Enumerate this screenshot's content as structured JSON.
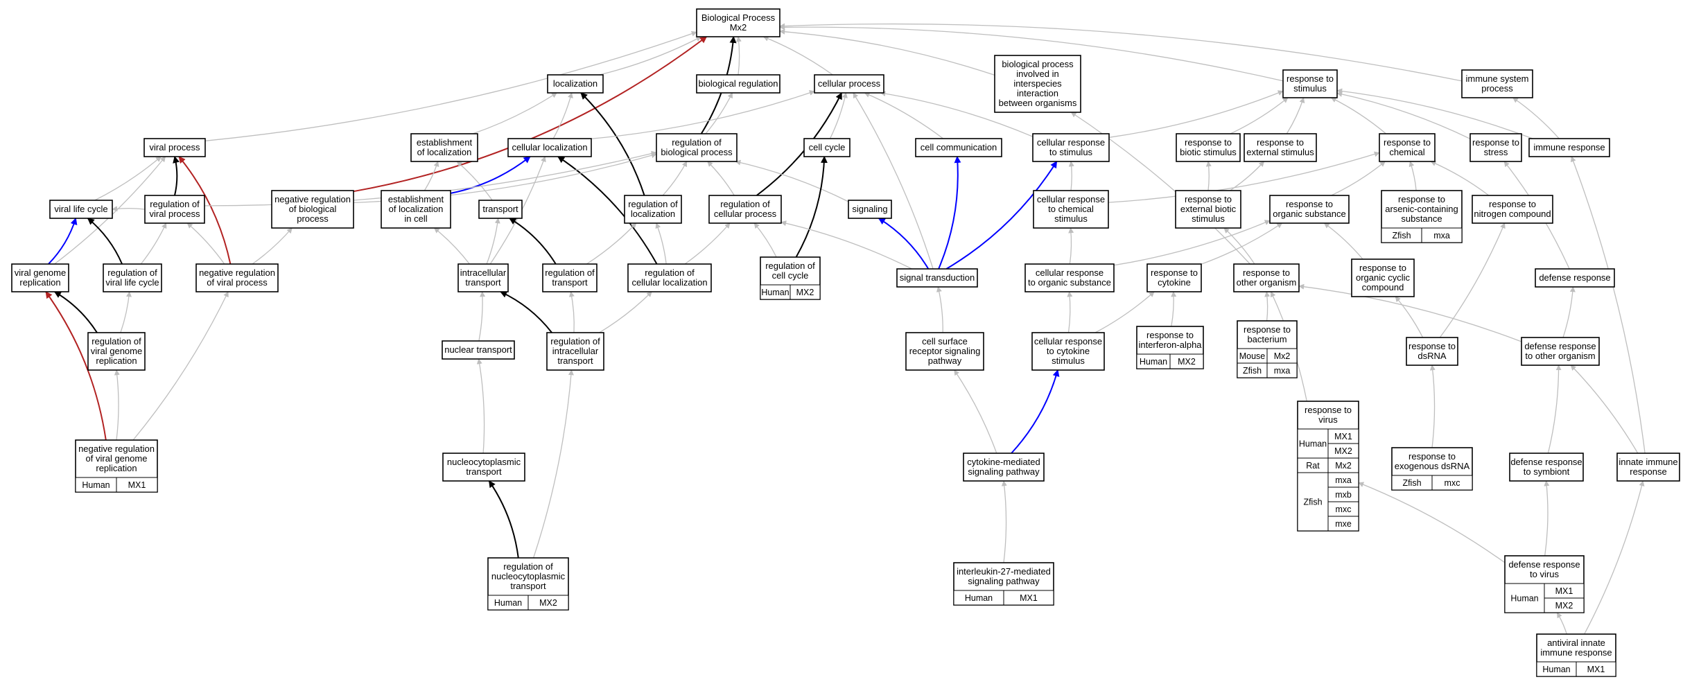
{
  "root": {
    "label": "Biological Process\nMx2"
  },
  "terms": {
    "localization": "localization",
    "bio_regulation": "biological regulation",
    "cellular_process": "cellular process",
    "interspecies": "biological process\ninvolved in\ninterspecies\ninteraction\nbetween organisms",
    "resp_stimulus": "response to\nstimulus",
    "immune_system_process": "immune system\nprocess",
    "viral_process": "viral process",
    "establishment_localization": "establishment\nof localization",
    "cellular_localization": "cellular localization",
    "reg_bio_process": "regulation of\nbiological process",
    "cell_cycle": "cell cycle",
    "cell_communication": "cell communication",
    "cellular_resp_stimulus": "cellular response\nto stimulus",
    "resp_biotic": "response to\nbiotic stimulus",
    "resp_external": "response to\nexternal stimulus",
    "resp_chemical": "response to\nchemical",
    "resp_stress": "response to\nstress",
    "immune_response": "immune response",
    "viral_life_cycle": "viral life cycle",
    "reg_viral_process": "regulation of\nviral process",
    "neg_reg_bio_process": "negative regulation\nof biological\nprocess",
    "estab_loc_cell": "establishment\nof localization\nin cell",
    "transport": "transport",
    "reg_localization": "regulation of\nlocalization",
    "reg_cellular_process": "regulation of\ncellular process",
    "signaling": "signaling",
    "cellular_resp_chemical": "cellular response\nto chemical\nstimulus",
    "resp_external_biotic": "response to\nexternal biotic\nstimulus",
    "resp_organic": "response to\norganic substance",
    "resp_arsenic": "response to\narsenic-containing\nsubstance",
    "resp_nitrogen": "response to\nnitrogen compound",
    "viral_genome_replication": "viral genome\nreplication",
    "reg_viral_life_cycle": "regulation of\nviral life cycle",
    "neg_reg_viral_process": "negative regulation\nof viral process",
    "intracellular_transport": "intracellular\ntransport",
    "reg_transport": "regulation of\ntransport",
    "reg_cellular_localization": "regulation of\ncellular localization",
    "reg_cell_cycle": "regulation of\ncell cycle",
    "signal_transduction": "signal transduction",
    "cellular_resp_organic": "cellular response\nto organic substance",
    "resp_cytokine": "response to\ncytokine",
    "resp_other_organism": "response to\nother organism",
    "resp_organic_cyclic": "response to\norganic cyclic\ncompound",
    "defense_response": "defense response",
    "reg_viral_genome_replication": "regulation of\nviral genome\nreplication",
    "nuclear_transport": "nuclear transport",
    "reg_intracellular_transport": "regulation of\nintracellular\ntransport",
    "cell_surface_receptor": "cell surface\nreceptor signaling\npathway",
    "cellular_resp_cytokine": "cellular response\nto cytokine\nstimulus",
    "resp_ifn_alpha": "response to\ninterferon-alpha",
    "resp_bacterium": "response to\nbacterium",
    "resp_dsrna": "response to\ndsRNA",
    "defense_other_organism": "defense response\nto other organism",
    "resp_virus": "response to\nvirus",
    "neg_reg_viral_genome_replication": "negative regulation\nof viral genome\nreplication",
    "nucleocytoplasmic_transport": "nucleocytoplasmic\ntransport",
    "cytokine_mediated": "cytokine-mediated\nsignaling pathway",
    "resp_exogenous_dsrna": "response to\nexogenous dsRNA",
    "defense_symbiont": "defense response\nto symbiont",
    "innate_immune": "innate immune\nresponse",
    "reg_nucleocytoplasmic": "regulation of\nnucleocytoplasmic\ntransport",
    "il27_pathway": "interleukin-27-mediated\nsignaling pathway",
    "defense_virus": "defense response\nto virus",
    "antiviral_innate": "antiviral innate\nimmune response"
  },
  "annotations": {
    "reg_cell_cycle": [
      {
        "species": "Human",
        "genes": [
          "MX2"
        ]
      }
    ],
    "resp_arsenic": [
      {
        "species": "Zfish",
        "genes": [
          "mxa"
        ]
      }
    ],
    "resp_ifn_alpha": [
      {
        "species": "Human",
        "genes": [
          "MX2"
        ]
      }
    ],
    "resp_bacterium": [
      {
        "species": "Mouse",
        "genes": [
          "Mx2"
        ]
      },
      {
        "species": "Zfish",
        "genes": [
          "mxa"
        ]
      }
    ],
    "resp_virus": [
      {
        "species": "Human",
        "genes": [
          "MX1",
          "MX2"
        ]
      },
      {
        "species": "Rat",
        "genes": [
          "Mx2"
        ]
      },
      {
        "species": "Zfish",
        "genes": [
          "mxa",
          "mxb",
          "mxc",
          "mxe"
        ]
      }
    ],
    "neg_reg_viral_genome_replication": [
      {
        "species": "Human",
        "genes": [
          "MX1"
        ]
      }
    ],
    "resp_exogenous_dsrna": [
      {
        "species": "Zfish",
        "genes": [
          "mxc"
        ]
      }
    ],
    "reg_nucleocytoplasmic": [
      {
        "species": "Human",
        "genes": [
          "MX2"
        ]
      }
    ],
    "il27_pathway": [
      {
        "species": "Human",
        "genes": [
          "MX1"
        ]
      }
    ],
    "defense_virus": [
      {
        "species": "Human",
        "genes": [
          "MX1",
          "MX2"
        ]
      }
    ],
    "antiviral_innate": [
      {
        "species": "Human",
        "genes": [
          "MX1"
        ]
      }
    ]
  },
  "species_colors": {
    "Human": "#ff6347",
    "Mouse": "#9fd0d6",
    "Rat": "#ffd700",
    "Zfish": "#6495ed"
  },
  "edge_colors": {
    "is_a": "#bebebe",
    "regulates": "#000000",
    "positively_regulates": "#0000ff",
    "negatively_regulates": "#b22222"
  },
  "edges": [
    [
      "localization",
      "root",
      "is_a"
    ],
    [
      "bio_regulation",
      "root",
      "is_a"
    ],
    [
      "cellular_process",
      "root",
      "is_a"
    ],
    [
      "interspecies",
      "root",
      "is_a"
    ],
    [
      "resp_stimulus",
      "root",
      "is_a"
    ],
    [
      "immune_system_process",
      "root",
      "is_a"
    ],
    [
      "viral_process",
      "root",
      "is_a"
    ],
    [
      "neg_reg_bio_process",
      "root",
      "negatively_regulates"
    ],
    [
      "reg_bio_process",
      "root",
      "regulates"
    ],
    [
      "establishment_localization",
      "localization",
      "is_a"
    ],
    [
      "cellular_localization",
      "localization",
      "is_a"
    ],
    [
      "reg_localization",
      "localization",
      "regulates"
    ],
    [
      "reg_bio_process",
      "bio_regulation",
      "is_a"
    ],
    [
      "cell_cycle",
      "cellular_process",
      "is_a"
    ],
    [
      "cell_communication",
      "cellular_process",
      "is_a"
    ],
    [
      "cellular_resp_stimulus",
      "cellular_process",
      "is_a"
    ],
    [
      "cellular_localization",
      "cellular_process",
      "is_a"
    ],
    [
      "signal_transduction",
      "cellular_process",
      "is_a"
    ],
    [
      "reg_cellular_process",
      "cellular_process",
      "regulates"
    ],
    [
      "resp_biotic",
      "resp_stimulus",
      "is_a"
    ],
    [
      "resp_external",
      "resp_stimulus",
      "is_a"
    ],
    [
      "resp_chemical",
      "resp_stimulus",
      "is_a"
    ],
    [
      "resp_stress",
      "resp_stimulus",
      "is_a"
    ],
    [
      "cellular_resp_stimulus",
      "resp_stimulus",
      "is_a"
    ],
    [
      "immune_response",
      "resp_stimulus",
      "is_a"
    ],
    [
      "immune_response",
      "immune_system_process",
      "is_a"
    ],
    [
      "viral_life_cycle",
      "viral_process",
      "is_a"
    ],
    [
      "reg_viral_process",
      "viral_process",
      "regulates"
    ],
    [
      "neg_reg_viral_process",
      "viral_process",
      "negatively_regulates"
    ],
    [
      "viral_genome_replication",
      "viral_process",
      "is_a"
    ],
    [
      "estab_loc_cell",
      "establishment_localization",
      "is_a"
    ],
    [
      "transport",
      "establishment_localization",
      "is_a"
    ],
    [
      "estab_loc_cell",
      "cellular_localization",
      "positively_regulates"
    ],
    [
      "reg_cellular_localization",
      "cellular_localization",
      "regulates"
    ],
    [
      "intracellular_transport",
      "cellular_localization",
      "is_a"
    ],
    [
      "reg_viral_process",
      "reg_bio_process",
      "is_a"
    ],
    [
      "reg_localization",
      "reg_bio_process",
      "is_a"
    ],
    [
      "reg_cellular_process",
      "reg_bio_process",
      "is_a"
    ],
    [
      "signaling",
      "reg_bio_process",
      "is_a"
    ],
    [
      "neg_reg_bio_process",
      "reg_bio_process",
      "is_a"
    ],
    [
      "reg_cell_cycle",
      "cell_cycle",
      "regulates"
    ],
    [
      "reg_cell_cycle",
      "reg_cellular_process",
      "is_a"
    ],
    [
      "signal_transduction",
      "cell_communication",
      "positively_regulates"
    ],
    [
      "signal_transduction",
      "cellular_resp_stimulus",
      "positively_regulates"
    ],
    [
      "signal_transduction",
      "signaling",
      "positively_regulates"
    ],
    [
      "signal_transduction",
      "reg_cellular_process",
      "is_a"
    ],
    [
      "cellular_resp_chemical",
      "cellular_resp_stimulus",
      "is_a"
    ],
    [
      "cellular_resp_chemical",
      "resp_chemical",
      "is_a"
    ],
    [
      "resp_external_biotic",
      "resp_biotic",
      "is_a"
    ],
    [
      "resp_external_biotic",
      "resp_external",
      "is_a"
    ],
    [
      "resp_organic",
      "resp_chemical",
      "is_a"
    ],
    [
      "resp_arsenic",
      "resp_chemical",
      "is_a"
    ],
    [
      "resp_nitrogen",
      "resp_chemical",
      "is_a"
    ],
    [
      "reg_viral_process",
      "viral_life_cycle",
      "is_a"
    ],
    [
      "viral_genome_replication",
      "viral_life_cycle",
      "positively_regulates"
    ],
    [
      "reg_viral_life_cycle",
      "viral_life_cycle",
      "regulates"
    ],
    [
      "reg_viral_life_cycle",
      "reg_viral_process",
      "is_a"
    ],
    [
      "neg_reg_viral_process",
      "reg_viral_process",
      "is_a"
    ],
    [
      "neg_reg_viral_process",
      "neg_reg_bio_process",
      "is_a"
    ],
    [
      "intracellular_transport",
      "estab_loc_cell",
      "is_a"
    ],
    [
      "intracellular_transport",
      "transport",
      "is_a"
    ],
    [
      "reg_transport",
      "transport",
      "regulates"
    ],
    [
      "reg_transport",
      "reg_localization",
      "is_a"
    ],
    [
      "reg_cellular_localization",
      "reg_localization",
      "is_a"
    ],
    [
      "reg_cellular_localization",
      "reg_cellular_process",
      "is_a"
    ],
    [
      "cellular_resp_organic",
      "cellular_resp_chemical",
      "is_a"
    ],
    [
      "cellular_resp_organic",
      "resp_organic",
      "is_a"
    ],
    [
      "resp_cytokine",
      "resp_organic",
      "is_a"
    ],
    [
      "resp_other_organism",
      "resp_external_biotic",
      "is_a"
    ],
    [
      "resp_other_organism",
      "interspecies",
      "is_a"
    ],
    [
      "resp_organic_cyclic",
      "resp_organic",
      "is_a"
    ],
    [
      "defense_response",
      "resp_stress",
      "is_a"
    ],
    [
      "reg_viral_genome_replication",
      "viral_genome_replication",
      "regulates"
    ],
    [
      "reg_viral_genome_replication",
      "reg_viral_life_cycle",
      "is_a"
    ],
    [
      "nuclear_transport",
      "intracellular_transport",
      "is_a"
    ],
    [
      "reg_intracellular_transport",
      "intracellular_transport",
      "regulates"
    ],
    [
      "reg_intracellular_transport",
      "reg_transport",
      "is_a"
    ],
    [
      "reg_intracellular_transport",
      "reg_cellular_localization",
      "is_a"
    ],
    [
      "cell_surface_receptor",
      "signal_transduction",
      "is_a"
    ],
    [
      "cellular_resp_cytokine",
      "cellular_resp_organic",
      "is_a"
    ],
    [
      "cellular_resp_cytokine",
      "resp_cytokine",
      "is_a"
    ],
    [
      "resp_ifn_alpha",
      "resp_cytokine",
      "is_a"
    ],
    [
      "resp_bacterium",
      "resp_other_organism",
      "is_a"
    ],
    [
      "resp_dsrna",
      "resp_organic_cyclic",
      "is_a"
    ],
    [
      "resp_dsrna",
      "resp_nitrogen",
      "is_a"
    ],
    [
      "defense_other_organism",
      "defense_response",
      "is_a"
    ],
    [
      "defense_other_organism",
      "resp_other_organism",
      "is_a"
    ],
    [
      "resp_virus",
      "resp_other_organism",
      "is_a"
    ],
    [
      "neg_reg_viral_genome_replication",
      "viral_genome_replication",
      "negatively_regulates"
    ],
    [
      "neg_reg_viral_genome_replication",
      "reg_viral_genome_replication",
      "is_a"
    ],
    [
      "neg_reg_viral_genome_replication",
      "neg_reg_viral_process",
      "is_a"
    ],
    [
      "nucleocytoplasmic_transport",
      "nuclear_transport",
      "is_a"
    ],
    [
      "cytokine_mediated",
      "cell_surface_receptor",
      "is_a"
    ],
    [
      "cytokine_mediated",
      "cellular_resp_cytokine",
      "positively_regulates"
    ],
    [
      "resp_exogenous_dsrna",
      "resp_dsrna",
      "is_a"
    ],
    [
      "defense_symbiont",
      "defense_other_organism",
      "is_a"
    ],
    [
      "innate_immune",
      "immune_response",
      "is_a"
    ],
    [
      "innate_immune",
      "defense_other_organism",
      "is_a"
    ],
    [
      "reg_nucleocytoplasmic",
      "nucleocytoplasmic_transport",
      "regulates"
    ],
    [
      "reg_nucleocytoplasmic",
      "reg_intracellular_transport",
      "is_a"
    ],
    [
      "il27_pathway",
      "cytokine_mediated",
      "is_a"
    ],
    [
      "defense_virus",
      "defense_symbiont",
      "is_a"
    ],
    [
      "defense_virus",
      "resp_virus",
      "is_a"
    ],
    [
      "antiviral_innate",
      "defense_virus",
      "is_a"
    ],
    [
      "antiviral_innate",
      "innate_immune",
      "is_a"
    ]
  ]
}
